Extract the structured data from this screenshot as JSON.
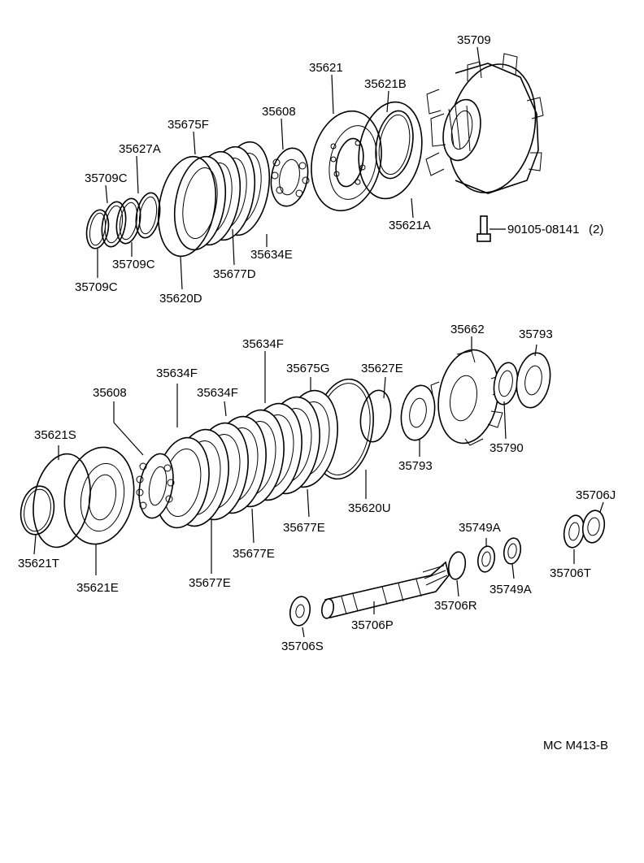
{
  "labels": {
    "p35709": "35709",
    "p35621": "35621",
    "p35621B": "35621B",
    "p35608_top": "35608",
    "p35675F": "35675F",
    "p35627A": "35627A",
    "p35709C_a": "35709C",
    "p35709C_b": "35709C",
    "p35709C_c": "35709C",
    "p35620D": "35620D",
    "p35677D": "35677D",
    "p35634E": "35634E",
    "p35621A": "35621A",
    "p90105": "90105-08141",
    "p90105_qty": "(2)",
    "p35662": "35662",
    "p35793_a": "35793",
    "p35793_b": "35793",
    "p35634F_a": "35634F",
    "p35634F_b": "35634F",
    "p35634F_c": "35634F",
    "p35675G": "35675G",
    "p35627E": "35627E",
    "p35608_bot": "35608",
    "p35790": "35790",
    "p35621S": "35621S",
    "p35621T": "35621T",
    "p35621E": "35621E",
    "p35677E_a": "35677E",
    "p35677E_b": "35677E",
    "p35677E_c": "35677E",
    "p35620U": "35620U",
    "p35749A_a": "35749A",
    "p35749A_b": "35749A",
    "p35706J": "35706J",
    "p35706T": "35706T",
    "p35706R": "35706R",
    "p35706P": "35706P",
    "p35706S": "35706S"
  },
  "footer": {
    "code": "MC M413-B"
  }
}
